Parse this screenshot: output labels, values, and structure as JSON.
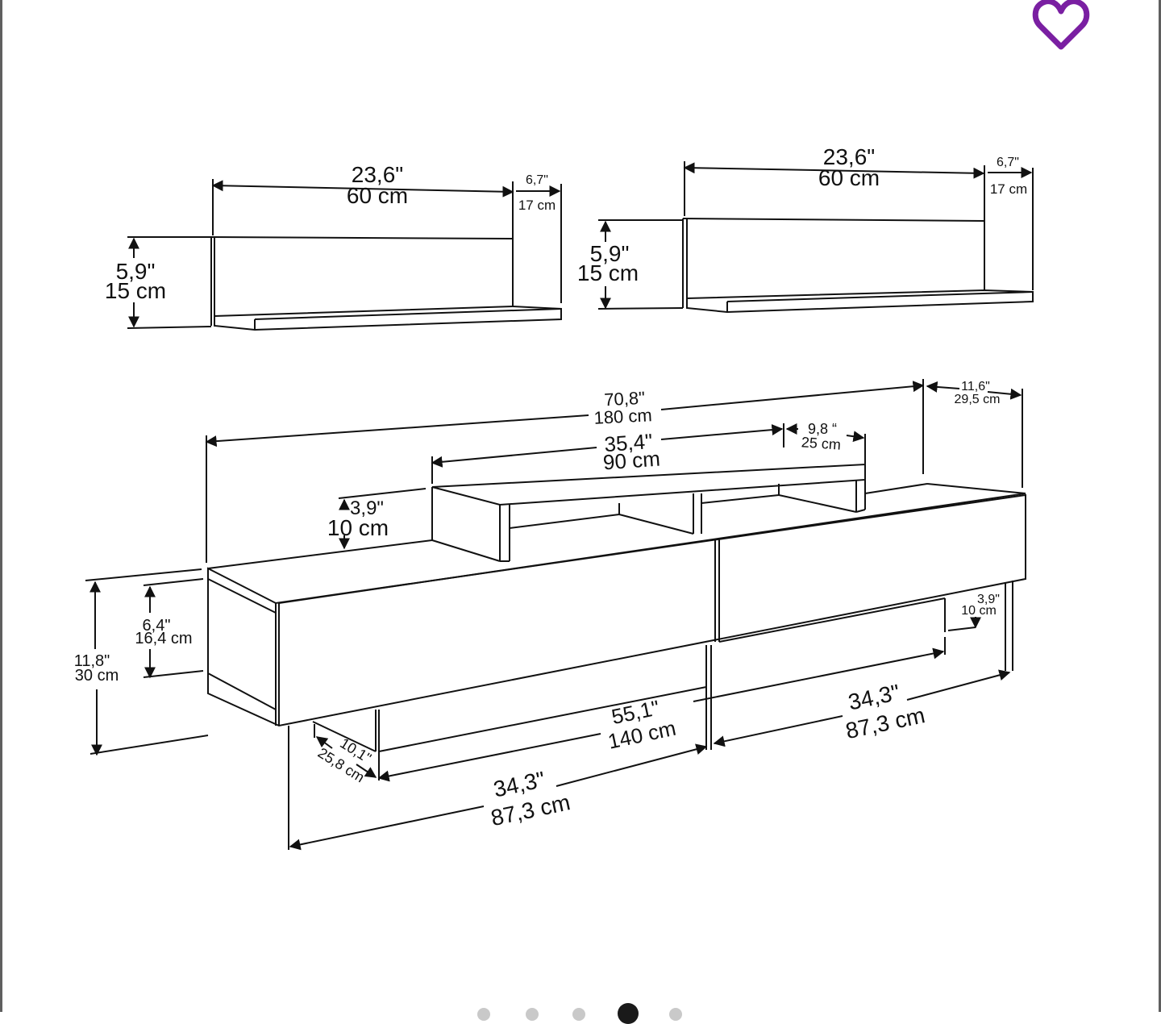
{
  "header": {
    "favorite_icon": "heart-outline-icon",
    "favorite_color": "#7a1fa2"
  },
  "diagram": {
    "shelf_left": {
      "width_in": "23,6\"",
      "width_cm": "60 cm",
      "depth_in": "6,7\"",
      "depth_cm": "17 cm",
      "height_in": "5,9\"",
      "height_cm": "15 cm"
    },
    "shelf_right": {
      "width_in": "23,6\"",
      "width_cm": "60 cm",
      "depth_in": "6,7\"",
      "depth_cm": "17 cm",
      "height_in": "5,9\"",
      "height_cm": "15 cm"
    },
    "tv_unit": {
      "total_width_in": "70,8\"",
      "total_width_cm": "180 cm",
      "depth_in": "11,6\"",
      "depth_cm": "29,5 cm",
      "top_shelf_width_in": "35,4\"",
      "top_shelf_width_cm": "90 cm",
      "top_shelf_depth_in": "9,8 “",
      "top_shelf_depth_cm": "25 cm",
      "top_shelf_height_in": "3,9\"",
      "top_shelf_height_cm": "10 cm",
      "total_height_in": "11,8\"",
      "total_height_cm": "30 cm",
      "inner_height_in": "6,4\"",
      "inner_height_cm": "16,4 cm",
      "bottom_inset_in": "3,9\"",
      "bottom_inset_cm": "10 cm",
      "base_width_in": "55,1\"",
      "base_width_cm": "140 cm",
      "drawer_right_in": "34,3\"",
      "drawer_right_cm": "87,3 cm",
      "drawer_left_in": "34,3\"",
      "drawer_left_cm": "87,3 cm",
      "base_depth_in": "10,1\"",
      "base_depth_cm": "25,8 cm"
    }
  },
  "carousel": {
    "count": 5,
    "active_index": 3
  }
}
